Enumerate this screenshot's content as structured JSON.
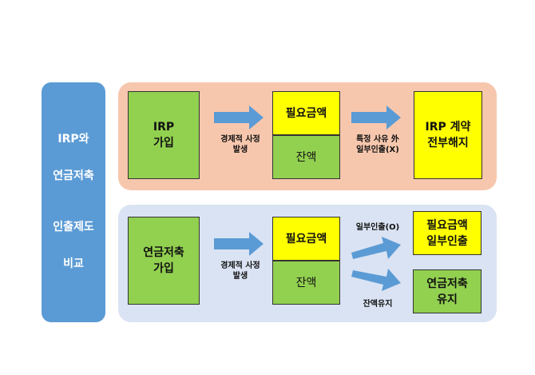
{
  "sidebar": {
    "lines": [
      "IRP와",
      "연금저축",
      "인출제도",
      "비교"
    ]
  },
  "irp_row": {
    "start_box": "IRP\n가입",
    "arrow1_label": "경제적 사정\n발생",
    "required_box": "필요금액",
    "balance_box": "잔액",
    "arrow2_label": "특정 사유 外\n일부인출(X)",
    "result_box": "IRP 계약\n전부해지"
  },
  "pension_row": {
    "start_box": "연금저축\n가입",
    "arrow1_label": "경제적 사정\n발생",
    "required_box": "필요금액",
    "balance_box": "잔액",
    "upper_arrow_label": "일부인출(O)",
    "lower_arrow_label": "잔액유지",
    "result_upper_box": "필요금액\n일부인출",
    "result_lower_box": "연금저축\n유지"
  },
  "colors": {
    "sidebar": "#5b9bd5",
    "irp_panel": "#f7c7ad",
    "pension_panel": "#dae3f3",
    "green": "#92d050",
    "yellow": "#ffff00",
    "arrow": "#5b9bd5"
  }
}
